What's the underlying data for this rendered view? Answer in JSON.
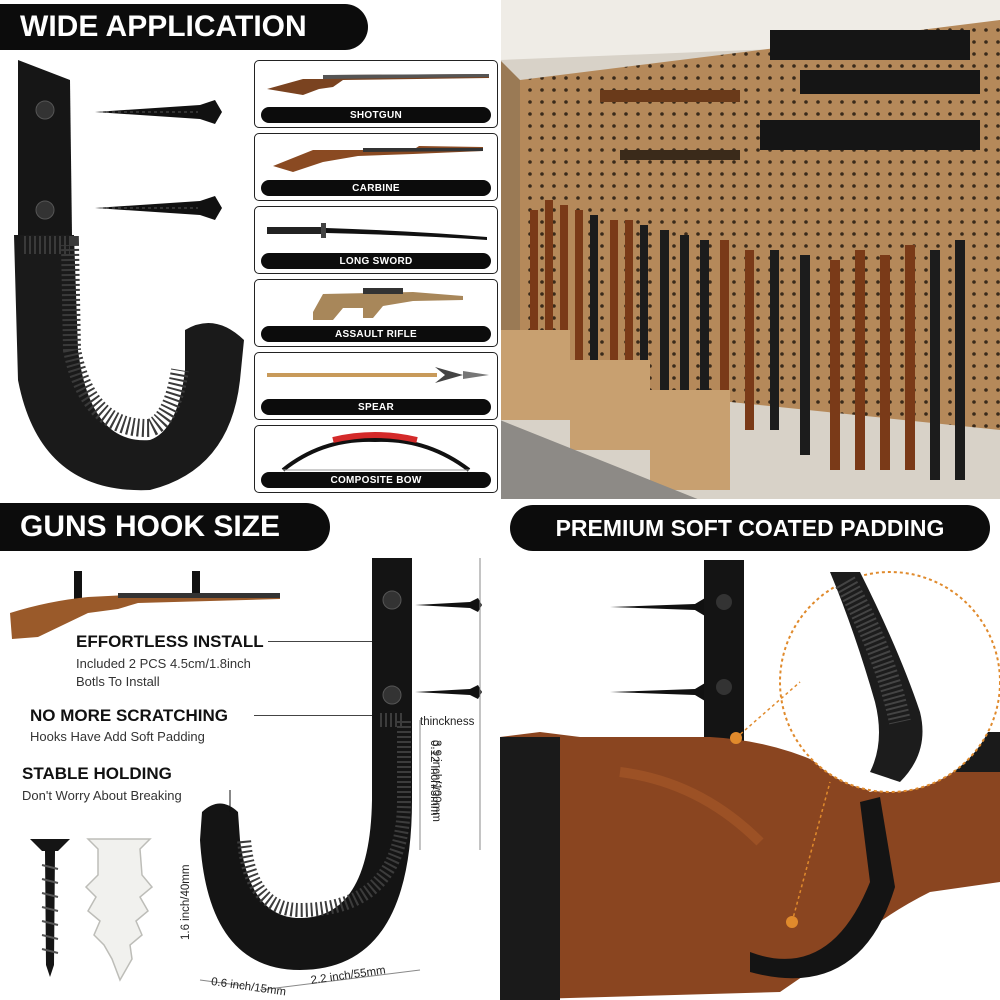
{
  "panels": {
    "wide_application": {
      "title": "WIDE APPLICATION",
      "items": [
        {
          "label": "SHOTGUN",
          "icon": "shotgun-icon"
        },
        {
          "label": "CARBINE",
          "icon": "carbine-icon"
        },
        {
          "label": "LONG SWORD",
          "icon": "long-sword-icon"
        },
        {
          "label": "ASSAULT RIFLE",
          "icon": "assault-rifle-icon"
        },
        {
          "label": "SPEAR",
          "icon": "spear-icon"
        },
        {
          "label": "COMPOSITE BOW",
          "icon": "composite-bow-icon"
        }
      ]
    },
    "hook_size": {
      "title": "GUNS HOOK SIZE",
      "features": [
        {
          "title": "EFFORTLESS INSTALL",
          "desc_line1": "Included 2 PCS 4.5cm/1.8inch",
          "desc_line2": "Botls To Install"
        },
        {
          "title": "NO MORE SCRATCHING",
          "desc_line1": "Hooks Have Add Soft Padding",
          "desc_line2": ""
        },
        {
          "title": "STABLE HOLDING",
          "desc_line1": "Don't Worry About Breaking",
          "desc_line2": ""
        }
      ],
      "dimensions": {
        "height": "3.9 inch/100mm",
        "thickness_label": "thinckness",
        "thickness": "0.12 inch/3mm",
        "hook_height": "1.6 inch/40mm",
        "width": "0.6 inch/15mm",
        "depth": "2.2 inch/55mm"
      }
    },
    "padding": {
      "title": "PREMIUM SOFT COATED PADDING"
    }
  },
  "colors": {
    "pill_bg": "#0c0c0c",
    "hook": "#151515",
    "wood": "#8a4a22",
    "pegboard": "#b58a5a",
    "highlight": "#e08a2c"
  }
}
